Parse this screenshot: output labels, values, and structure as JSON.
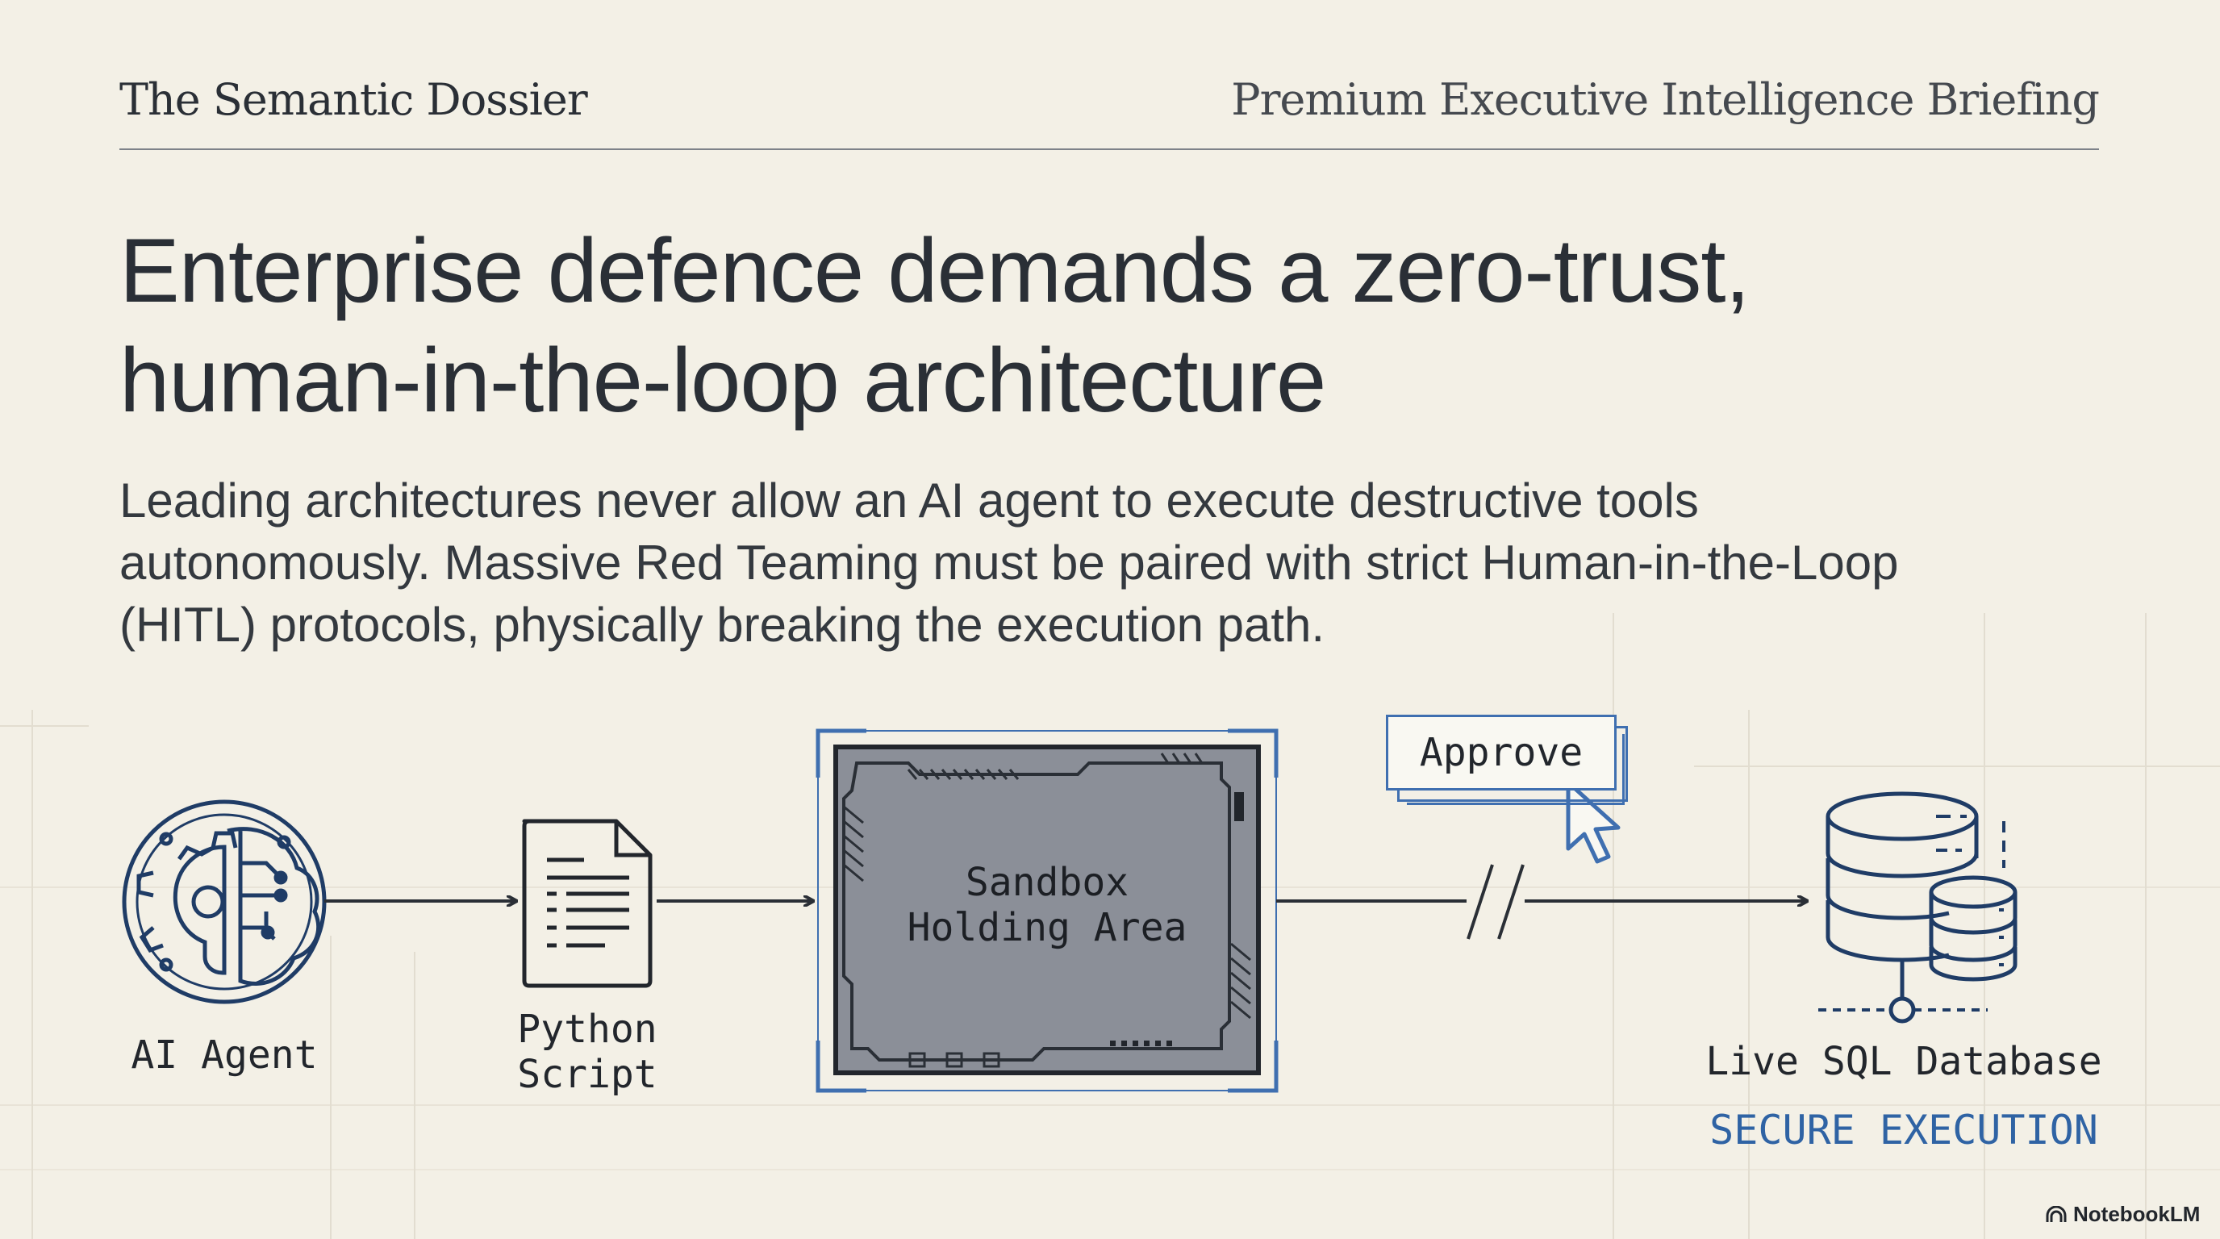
{
  "header": {
    "brand": "The Semantic Dossier",
    "tagline": "Premium Executive Intelligence Briefing"
  },
  "title_lines": [
    "Enterprise defence demands a zero-trust,",
    "human-in-the-loop architecture"
  ],
  "subtitle_lines": [
    "Leading architectures never allow an AI agent to execute destructive tools",
    "autonomously. Massive Red Teaming must be paired with strict Human-in-the-Loop",
    "(HITL) protocols, physically breaking the execution path."
  ],
  "diagram": {
    "agent_label": "AI Agent",
    "script_label_lines": [
      "Python",
      "Script"
    ],
    "sandbox_label_lines": [
      "Sandbox",
      "Holding Area"
    ],
    "approve_label": "Approve",
    "database_label": "Live SQL Database",
    "secure_label": "SECURE EXECUTION"
  },
  "footer": {
    "watermark": "NotebookLM"
  },
  "colors": {
    "background": "#f3f0e6",
    "ink": "#2a2f36",
    "accent_blue": "#2f63a4",
    "icon_navy": "#1f3c66",
    "sandbox_fill": "#8b8f98"
  },
  "icons": [
    "brain-gear-icon",
    "document-icon",
    "cursor-icon",
    "database-icon",
    "notebook-logo-icon"
  ]
}
